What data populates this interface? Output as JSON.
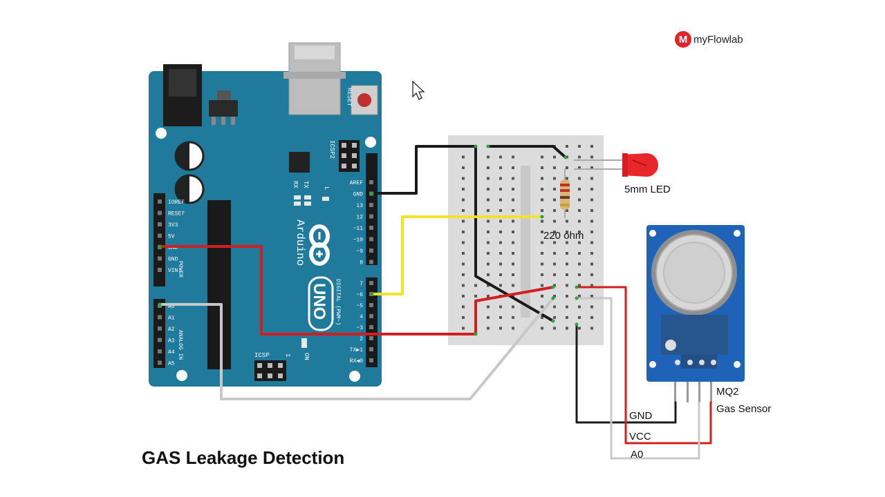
{
  "title": "GAS Leakage Detection",
  "brand": {
    "logo_letter": "M",
    "name": "myFlowlab"
  },
  "labels": {
    "led": "5mm LED",
    "resistor": "220 ohm",
    "sensor_line1": "MQ2",
    "sensor_line2": "Gas Sensor",
    "gnd": "GND",
    "vcc": "VCC",
    "a0": "A0"
  },
  "arduino": {
    "brand": "Arduino",
    "model": "UNO",
    "reset": "RESET",
    "icsp2": "ICSP2",
    "icsp": "ICSP",
    "on": "ON",
    "tx": "TX",
    "rx": "RX",
    "l": "L",
    "icsp_pin": "1",
    "digital_header": "DIGITAL (PWM~)",
    "power_header": "POWER",
    "analog_header": "ANALOG IN",
    "power_pins": [
      "IOREF",
      "RESET",
      "3V3",
      "5V",
      "GND",
      "GND",
      "VIN"
    ],
    "analog_pins": [
      "A0",
      "A1",
      "A2",
      "A3",
      "A4",
      "A5"
    ],
    "digital_pins": [
      "AREF",
      "GND",
      "13",
      "12",
      "~11",
      "~10",
      "~9",
      "8",
      "7",
      "~6",
      "~5",
      "4",
      "~3",
      "2",
      "TX▶1",
      "RX◀0"
    ]
  },
  "colors": {
    "board": "#1f7a9c",
    "wire_red": "#d11f1f",
    "wire_black": "#1a1a1a",
    "wire_yellow": "#f2e22a",
    "wire_gray": "#c8c8c8",
    "led": "#e8272b",
    "sensor_board": "#1f63b8"
  }
}
